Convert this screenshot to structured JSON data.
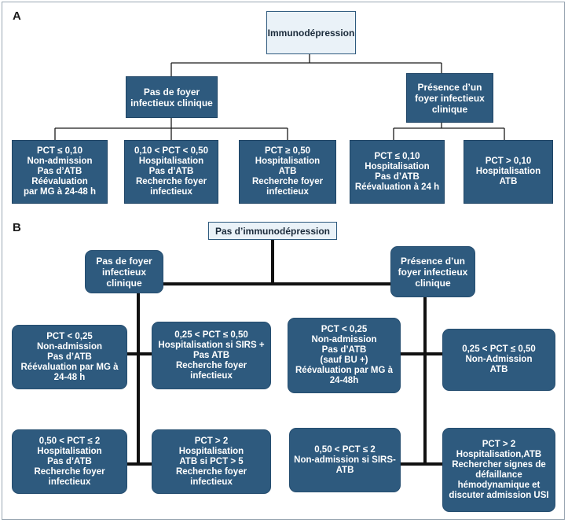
{
  "panel_a": {
    "label": "A",
    "root": "Immunodépression",
    "left": {
      "title_1": "Pas de foyer",
      "title_2": "infectieux clinique"
    },
    "right": {
      "title_1": "Présence d’un",
      "title_2": "foyer infectieux",
      "title_3": "clinique"
    },
    "leaves": [
      {
        "head": "PCT ≤ 0,10",
        "lines": [
          "Non-admission",
          "Pas d’ATB",
          "Réévaluation",
          "par MG à 24-48 h"
        ]
      },
      {
        "head": "0,10 < PCT < 0,50",
        "lines": [
          "Hospitalisation",
          "Pas d’ATB",
          "Recherche foyer",
          "infectieux"
        ]
      },
      {
        "head": "PCT ≥ 0,50",
        "lines": [
          "Hospitalisation",
          "ATB",
          "Recherche foyer",
          "infectieux"
        ]
      },
      {
        "head": "PCT ≤ 0,10",
        "lines": [
          "Hospitalisation",
          "Pas d’ATB",
          "Réévaluation à 24 h"
        ]
      },
      {
        "head": "PCT > 0,10",
        "lines": [
          "Hospitalisation",
          "ATB"
        ]
      }
    ]
  },
  "panel_b": {
    "label": "B",
    "root": "Pas d’immunodépression",
    "left": {
      "title_1": "Pas de foyer",
      "title_2": "infectieux",
      "title_3": "clinique"
    },
    "right": {
      "title_1": "Présence d’un",
      "title_2": "foyer infectieux",
      "title_3": "clinique"
    },
    "leaves": [
      {
        "head": "PCT < 0,25",
        "lines": [
          "Non-admission",
          "Pas d’ATB",
          "Réévaluation par MG à",
          "24-48 h"
        ]
      },
      {
        "head": "0,25 < PCT ≤ 0,50",
        "lines": [
          "Hospitalisation si SIRS +",
          "Pas ATB",
          "Recherche foyer",
          "infectieux"
        ]
      },
      {
        "head": "0,50 < PCT ≤ 2",
        "lines": [
          "Hospitalisation",
          "Pas d’ATB",
          "Recherche foyer",
          "infectieux"
        ]
      },
      {
        "head": "PCT > 2",
        "lines": [
          "Hospitalisation",
          "ATB si PCT > 5",
          "Recherche foyer",
          "infectieux"
        ]
      },
      {
        "head": "PCT < 0,25",
        "lines": [
          "Non-admission",
          "Pas d’ATB",
          "(sauf BU +)",
          "Réévaluation par MG à",
          "24-48h"
        ]
      },
      {
        "head": "0,25 < PCT ≤ 0,50",
        "lines": [
          "Non-Admission",
          "ATB"
        ]
      },
      {
        "head": "0,50 < PCT ≤ 2",
        "lines": [
          "Non-admission si SIRS-",
          "ATB"
        ]
      },
      {
        "head": "PCT > 2",
        "lines": [
          "Hospitalisation,ATB",
          "Rechercher signes de",
          "défaillance",
          "hémodynamique et",
          "discuter admission USI"
        ]
      }
    ]
  },
  "colors": {
    "box_fill": "#2e5a7e",
    "line": "#111111",
    "root_fill": "#eaf2f8"
  }
}
